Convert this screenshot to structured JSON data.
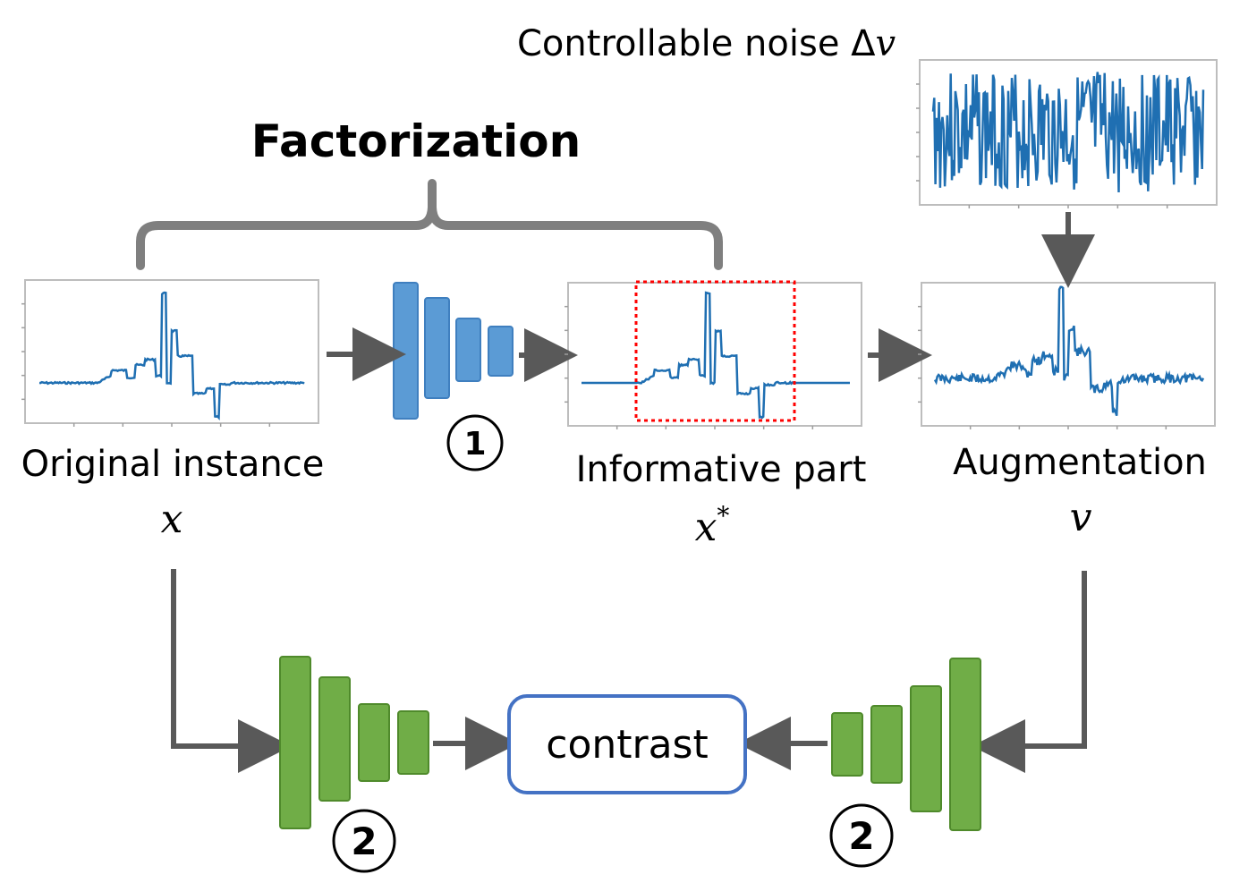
{
  "labels": {
    "title": "Factorization",
    "noise": "Controllable noise Δ",
    "noise_var": "v",
    "original": "Original instance",
    "original_var": "x",
    "informative": "Informative part",
    "informative_var": "x",
    "informative_sup": "*",
    "augmentation": "Augmentation",
    "augmentation_var": "v",
    "contrast": "contrast",
    "step1": "1",
    "step2_left": "2",
    "step2_right": "2"
  },
  "colors": {
    "signal": "#1f6fb2",
    "encoder1": "#5b9bd5",
    "encoder1_stroke": "#3f7fbf",
    "encoder2": "#70ad47",
    "encoder2_stroke": "#4f8a2b",
    "arrow": "#595959",
    "brace": "#7f7f7f",
    "contrast_border": "#4472c4",
    "highlight": "#ff0000"
  },
  "icons": {
    "encoder": "tapered-encoder-blocks",
    "arrow": "arrow-right-icon",
    "circle_number": "circled-number-icon"
  }
}
